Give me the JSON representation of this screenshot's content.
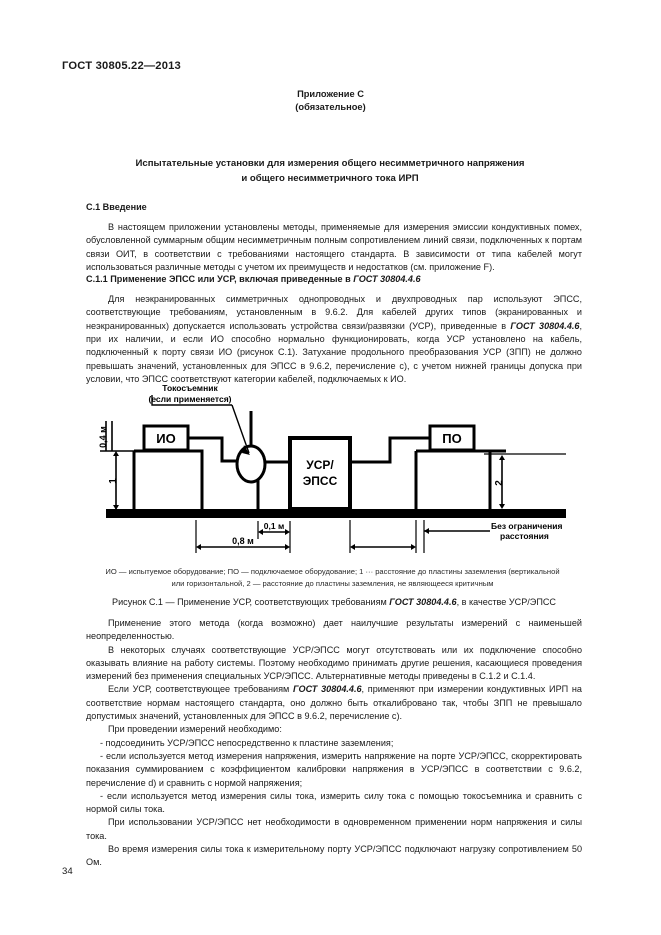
{
  "document": {
    "standard_id": "ГОСТ 30805.22—2013",
    "page_number": "34",
    "annex_label": "Приложение С",
    "annex_sub": "(обязательное)",
    "title_line1": "Испытательные установки для измерения общего несимметричного напряжения",
    "title_line2": "и общего несимметричного тока ИРП"
  },
  "sections": {
    "s1_heading": "С.1 Введение",
    "s1_para1": "В настоящем приложении установлены методы, применяемые для измерения эмиссии кондуктивных помех, обусловленной суммарным общим несимметричным полным сопротивлением линий связи, подключенных к портам связи ОИТ, в соответствии с требованиями настоящего стандарта. В зависимости от типа кабелей могут использоваться различные методы с учетом их преимуществ и недостатков (см. приложение F).",
    "s11_heading_pre": "С.1.1 Применение ЭПСС или УСР, включая приведенные в ",
    "s11_heading_ital": "ГОСТ 30804.4.6",
    "s11_para_a": "Для неэкранированных симметричных однопроводных и двухпроводных пар используют ЭПСС, соответствующие требованиям, установленным в 9.6.2. Для кабелей других типов (экранированных и неэкранированных) допускается использовать устройства связи/развязки (УСР), приведенные в ",
    "s11_para_ital1": "ГОСТ 30804.4.6",
    "s11_para_b": ", при их наличии, и если ИО способно нормально функционировать, когда УСР установлено на кабель, подключенный к порту связи ИО (рисунок С.1). Затухание продольного преобразования УСР (ЗПП) не должно превышать значений, установленных для ЭПСС в 9.6.2, перечисление с), с учетом нижней границы допуска при условии, что ЭПСС соответствуют категории кабелей, подключаемых к ИО."
  },
  "figure": {
    "callout_line1": "Токосъемник",
    "callout_line2": "(если применяется)",
    "box_eut": "ИО",
    "box_aux": "ПО",
    "box_cdn_line1": "УСР/",
    "box_cdn_line2": "ЭПСС",
    "dim_height_small": "0,4 м",
    "dim_ref_1": "1",
    "dim_ref_2": "2",
    "dim_0_1": "0,1 м",
    "dim_0_8": "0,8 м",
    "dim_unlimited_line1": "Без ограничения",
    "dim_unlimited_line2": "расстояния",
    "notes_line1": "ИО  —  испытуемое оборудование; ПО  —  подключаемое оборудование;  1  ···  расстояние до пластины заземления (вертикальной",
    "notes_line2": "или горизонтальной,  2 —   расстояние до пластины заземления, не являющееся критичным",
    "caption_pre": "Рисунок С.1 — Применение УСР, соответствующих требованиям ",
    "caption_ital": "ГОСТ 30804.4.6",
    "caption_post": ", в качестве УСР/ЭПСС",
    "ground_color": "#000000",
    "line_color": "#000000"
  },
  "after_figure": {
    "para1": "Применение этого метода (когда возможно) дает наилучшие результаты измерений с наименьшей неопределенностью.",
    "para2": "В некоторых случаях соответствующие УСР/ЭПСС могут отсутствовать или их подключение способно оказывать влияние на работу системы. Поэтому необходимо принимать другие решения, касающиеся проведения измерений без применения специальных УСР/ЭПСС. Альтернативные методы приведены в С.1.2 и С.1.4.",
    "para3_a": "Если УСР, соответствующее требованиям ",
    "para3_ital": "ГОСТ 30804.4.6",
    "para3_b": ", применяют при измерении кондуктивных ИРП на соответствие нормам настоящего стандарта, оно должно быть откалибровано так, чтобы ЗПП не превышало допустимых значений, установленных для ЭПСС в 9.6.2, перечисление с).",
    "para4": "При проведении измерений необходимо:",
    "bullet1": "- подсоединить УСР/ЭПСС непосредственно к пластине заземления;",
    "bullet2": "- если используется метод измерения напряжения, измерить напряжение на порте УСР/ЭПСС, скорректировать показания суммированием с коэффициентом калибровки напряжения в УСР/ЭПСС в соответствии с 9.6.2, перечисление d) и сравнить с нормой напряжения;",
    "bullet3": "- если используется метод измерения силы тока, измерить силу тока с помощью токосъемника и сравнить с нормой силы тока.",
    "para5": "При использовании УСР/ЭПСС нет необходимости в одновременном применении норм напряжения и силы тока.",
    "para6": "Во время измерения силы тока к измерительному порту УСР/ЭПСС подключают нагрузку сопротивлением 50 Ом."
  }
}
